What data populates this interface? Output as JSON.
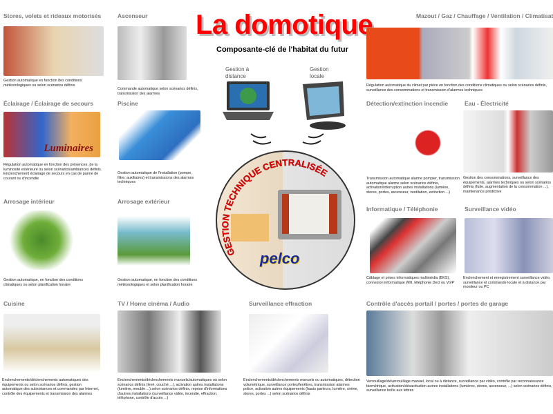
{
  "header": {
    "title": "La domotique",
    "subtitle": "Composante-clé de l'habitat du futur",
    "remote_label": "Gestion à distance",
    "local_label": "Gestion locale"
  },
  "center": {
    "ring_text": "GESTION TECHNIQUE CENTRALISÉE",
    "logo": "pelco"
  },
  "sections": [
    {
      "title": "Stores, volets et rideaux motorisés",
      "desc": "Gestion automatique en fonction des conditions météorologiques ou selon scénarios définis"
    },
    {
      "title": "Ascenseur",
      "desc": "Commande automatique selon scénarios définis, transmission des alarmes"
    },
    {
      "title": "Mazout / Gaz / Chauffage / Ventilation / Climatisation",
      "desc": "Régulation automatique du climat par pièce en fonction des conditions climatiques ou selon scénarios définis, surveillance des consommations et transmission d'alarmes techniques"
    },
    {
      "title": "Éclairage / Éclairage de secours",
      "desc": "Régulation automatique en fonction des présences, de la luminosité extérieure ou selon scénarios/ambiances définis. Enclenchement éclairage de secours en cas de panne de courant ou d'incendie",
      "image_caption": "Luminaires"
    },
    {
      "title": "Piscine",
      "desc": "Gestion automatique de l'installation (pompe, filtre, auxiliaires) et transmissions des alarmes techniques"
    },
    {
      "title": "Détection/extinction incendie",
      "desc": "Transmission automatique alarme pompier, transmission automatique alarme selon scénarios définis, activation/interruption autres installations (lumière, stores, portes, ascenseur, ventilation, extinction ...)"
    },
    {
      "title": "Eau - Électricité",
      "desc": "Gestion des consommations, surveillance des équipements, alarmes techniques ou selon scénarios définis (fuite, augmentation de la consommation ...), maintenance prédictive"
    },
    {
      "title": "Arrosage intérieur",
      "desc": "Gestion automatique, en fonction des conditions climatiques ou selon planification horaire"
    },
    {
      "title": "Arrosage extérieur",
      "desc": "Gestion automatique, en fonction des conditions météorologiques et selon planification horaire"
    },
    {
      "title": "Informatique / Téléphonie",
      "desc": "Câblage et prises informatiques multimédia (BKS), connexion informatique Wifi, téléphonie Dect ou VoIP"
    },
    {
      "title": "Surveillance vidéo",
      "desc": "Enclenchement et enregistrement surveillance vidéo, surveillance et commande locale et à distance par moniteur ou PC"
    },
    {
      "title": "Cuisine",
      "desc": "Enclenchements/déclenchements automatiques des équipements ou selon scénarios définis, gestion automatique des subsistances et commandes par Internet, contrôle des équipements et transmission des alarmes"
    },
    {
      "title": "TV / Home cinéma / Audio",
      "desc": "Enclenchements/déclenchements manuels/automatiques ou selon scénarios définis (levé, couché ...), activation autres installations (lumière, meuble ...) selon scénarios définis, reprise d'informations d'autres installations (surveillance vidéo, incendie, effraction, téléphone, contrôle d'accès ...)"
    },
    {
      "title": "Surveillance effraction",
      "desc": "Enclenchements/déclenchements manuels ou automatiques, détection volumétrique, surveillance portes/fenêtres, transmission alarmes police, activation autres équipements (hauts parleurs, lumière, sirène, stores, portes ...) selon scénarios définis"
    },
    {
      "title": "Contrôle d'accès portail / portes / portes de garage",
      "desc": "Verrouillage/déverrouillage manuel, local ou à distance, surveillance par vidéo, contrôle par reconnaissance biométrique, activation/désactivation autres installations (lumières, stores, ascenseur, ...) selon scénarios définis, surveillance boîte aux lettres"
    }
  ],
  "colors": {
    "title": "#ff0000",
    "section_title": "#7a7a7a",
    "logo": "#1a2a9a"
  }
}
